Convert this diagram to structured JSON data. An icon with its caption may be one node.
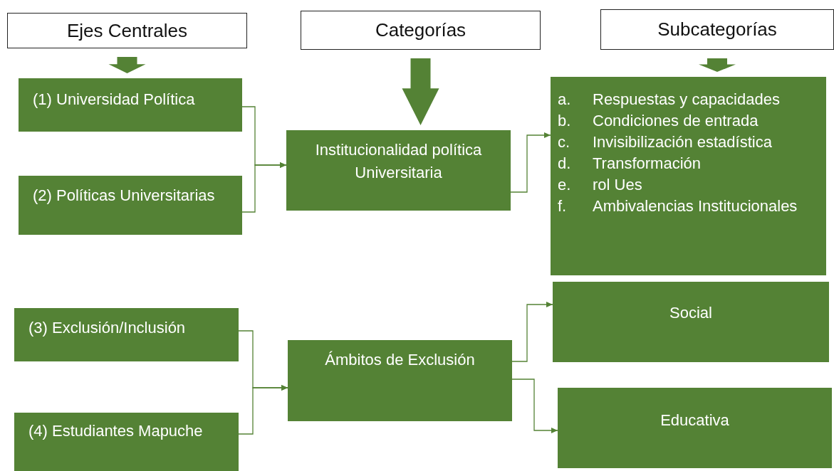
{
  "diagram": {
    "nodes": [
      {
        "text": [
          "Ejes Centrales"
        ]
      },
      {
        "text": [
          "Categorías"
        ]
      },
      {
        "text": [
          "Subcategorías"
        ]
      },
      {
        "text": [
          "(1) Universidad Política"
        ]
      },
      {
        "text": [
          "(2) Políticas Universitarias"
        ]
      },
      {
        "text": [
          "Institucionalidad política Universitaria"
        ]
      },
      {
        "text": [
          "a. Respuestas y capacidades",
          "b. Condiciones de entrada",
          "c. Invisibilización estadística",
          "d. Transformación",
          "e. rol Ues",
          "f. Ambivalencias Institucionales"
        ]
      },
      {
        "text": [
          "(3) Exclusión/Inclusión"
        ]
      },
      {
        "text": [
          "(4) Estudiantes Mapuche"
        ]
      },
      {
        "text": [
          "Ámbitos de Exclusión"
        ]
      },
      {
        "text": [
          "Social"
        ]
      },
      {
        "text": [
          "Educativa"
        ]
      }
    ],
    "edges": [
      {
        "from": 0,
        "to": 3,
        "arrow": "to",
        "style": "thick"
      },
      {
        "from": 1,
        "to": 5,
        "arrow": "to",
        "style": "thick"
      },
      {
        "from": 2,
        "to": 6,
        "arrow": "to",
        "style": "thick"
      },
      {
        "from": 3,
        "to": 5,
        "arrow": "to"
      },
      {
        "from": 4,
        "to": 5,
        "arrow": "to"
      },
      {
        "from": 5,
        "to": 6,
        "arrow": "to"
      },
      {
        "from": 7,
        "to": 9,
        "arrow": "to"
      },
      {
        "from": 8,
        "to": 9,
        "arrow": "to"
      },
      {
        "from": 9,
        "to": 10,
        "arrow": "to"
      },
      {
        "from": 9,
        "to": 11,
        "arrow": "to"
      }
    ]
  }
}
